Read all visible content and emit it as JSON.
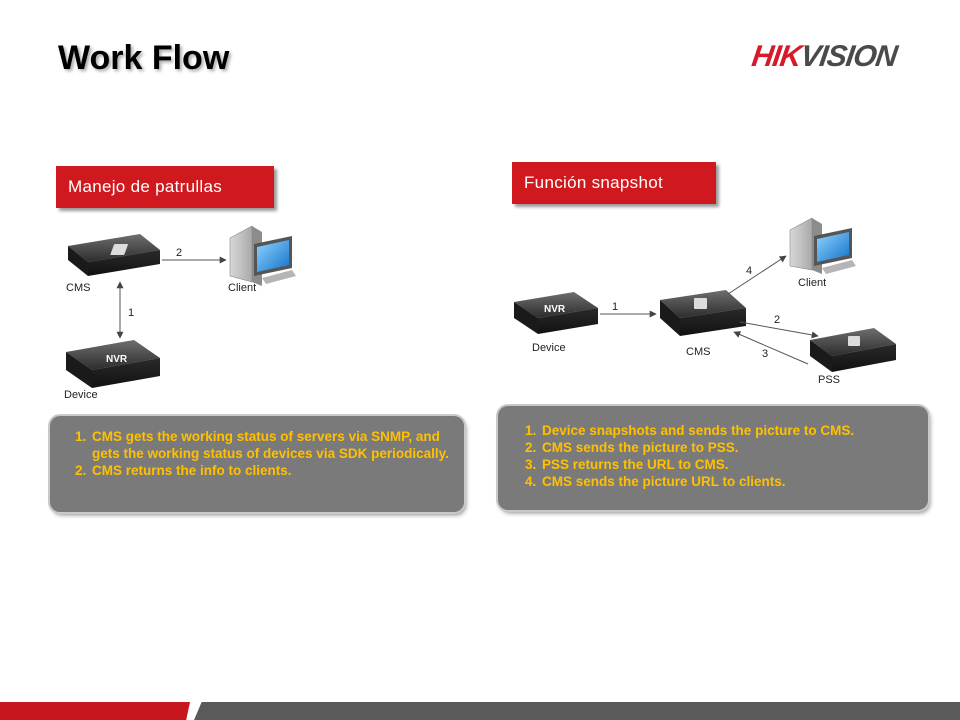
{
  "slide": {
    "title": "Work Flow",
    "logo_part1": "HIK",
    "logo_part2": "VISION",
    "colors": {
      "brand_red": "#d0191f",
      "note_bg": "#7a7a7a",
      "note_text": "#ffc000",
      "footer_gray": "#5a5a5a"
    }
  },
  "left_panel": {
    "label": "Manejo de patrullas",
    "diagram": {
      "nodes": {
        "cms": "CMS",
        "client": "Client",
        "device": "Device",
        "nvr_badge": "NVR"
      },
      "edges": {
        "e1": "1",
        "e2": "2"
      }
    },
    "notes": [
      "CMS gets the working status of servers  via SNMP, and  gets the working status of devices via SDK periodically.",
      "CMS returns the info to clients."
    ]
  },
  "right_panel": {
    "label": "Función snapshot",
    "diagram": {
      "nodes": {
        "device": "Device",
        "nvr_badge": "NVR",
        "cms": "CMS",
        "client": "Client",
        "pss": "PSS"
      },
      "edges": {
        "e1": "1",
        "e2": "2",
        "e3": "3",
        "e4": "4"
      }
    },
    "notes": [
      "Device snapshots and sends the picture to CMS.",
      "CMS sends the picture to PSS.",
      "PSS returns the URL to CMS.",
      "CMS sends the picture URL to clients."
    ]
  }
}
